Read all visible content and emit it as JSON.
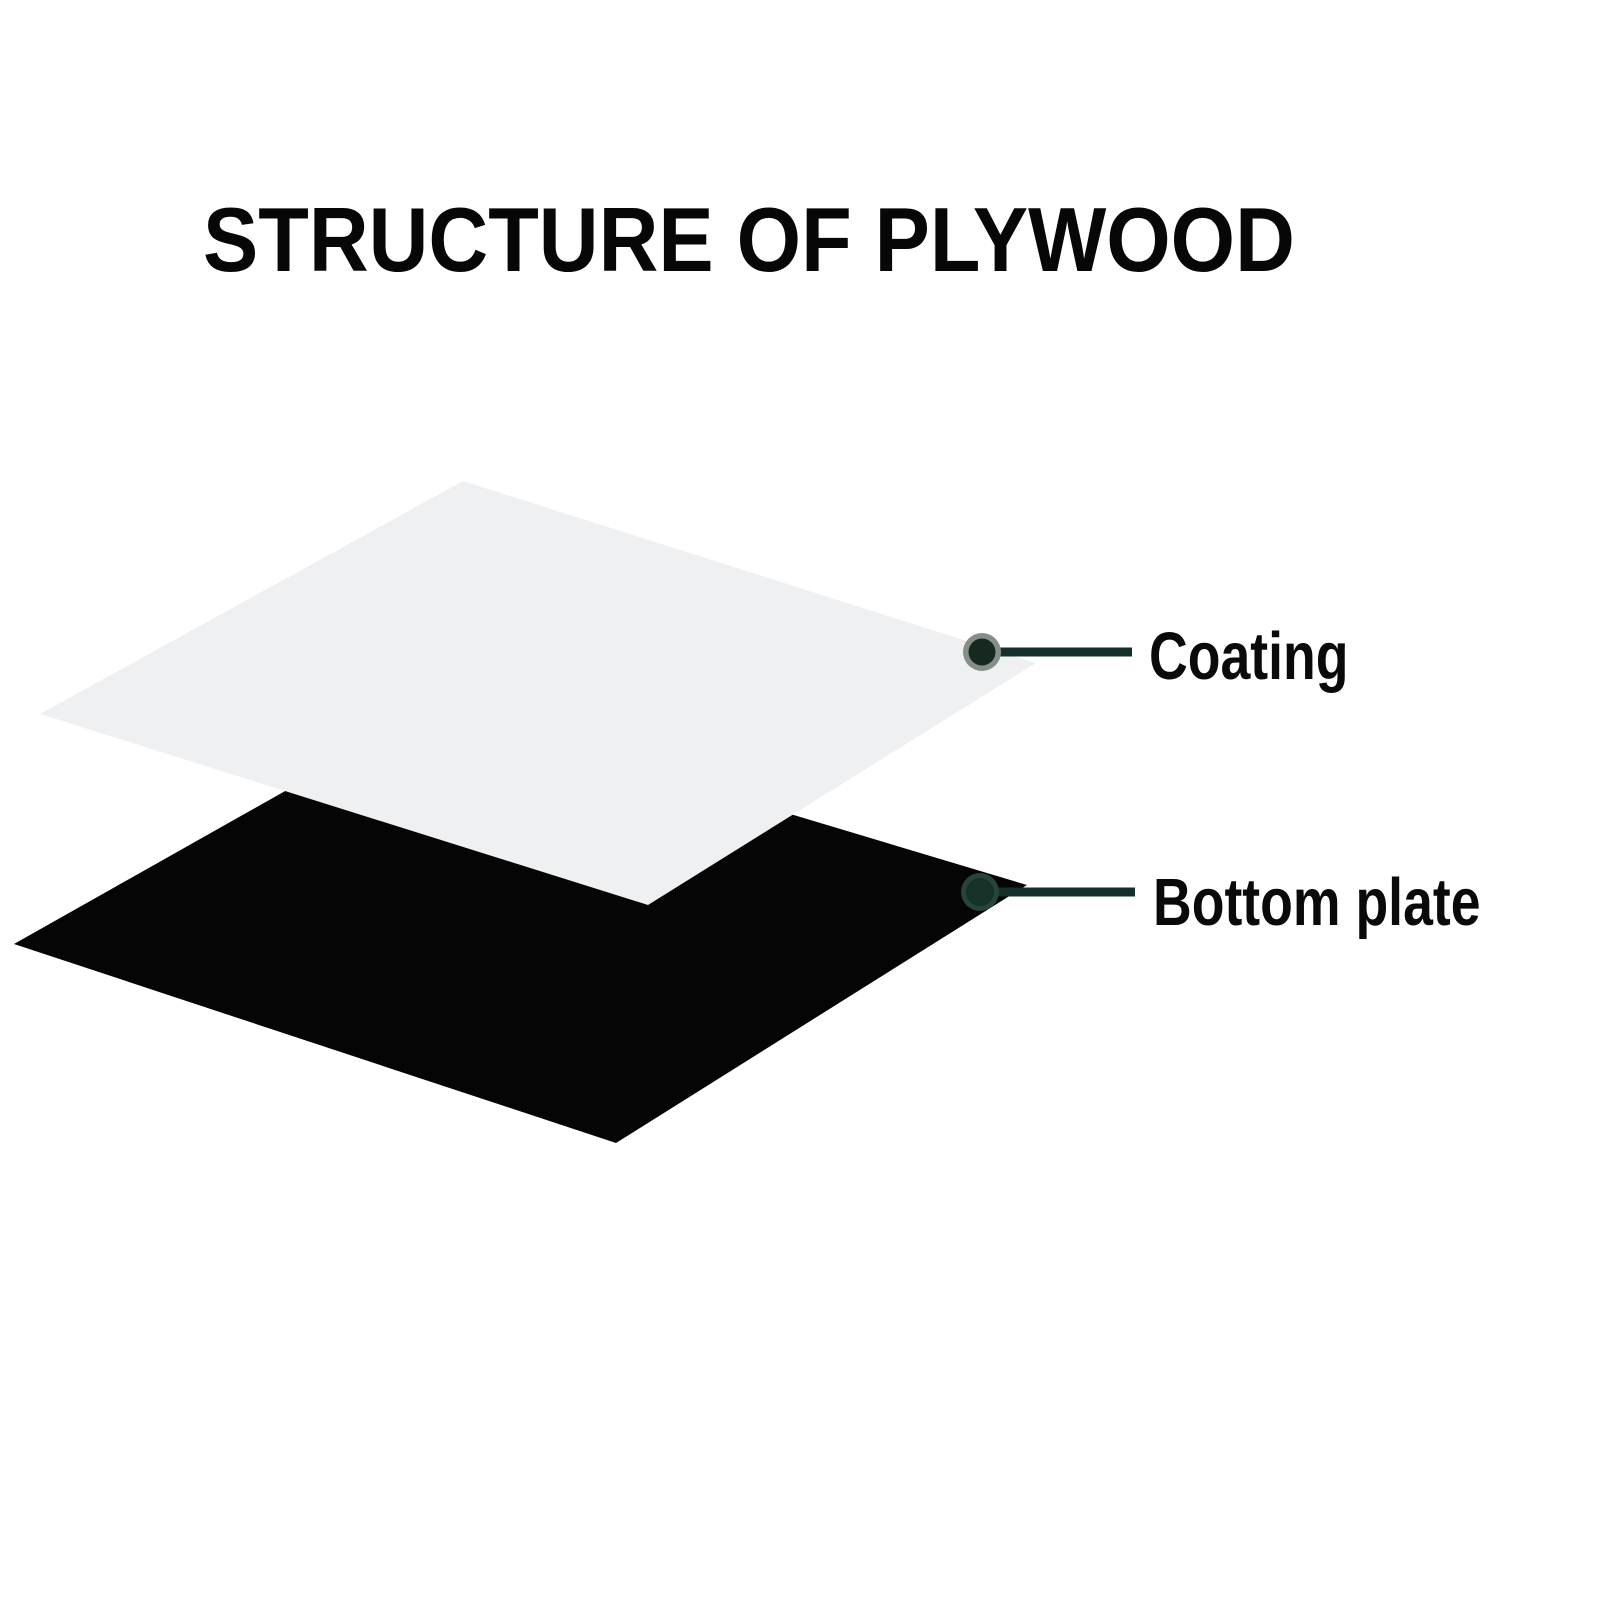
{
  "title": "STRUCTURE OF PLYWOOD",
  "diagram": {
    "name": "plywood-layer-stack",
    "layers": [
      {
        "id": "coating",
        "label": "Coating"
      },
      {
        "id": "bottom_plate",
        "label": "Bottom plate"
      }
    ]
  },
  "colors": {
    "background": "#ffffff",
    "title_text": "#070707",
    "label_text": "#0a0a0a",
    "coating_plate_fill": "#eff0f1",
    "bottom_plate_fill": "#050505",
    "leader_line": "#14302a",
    "coating_dot_ring": "#878e89",
    "coating_dot_core": "#15291f",
    "bottom_dot_ring": "#27443a",
    "bottom_dot_core": "#153128"
  }
}
